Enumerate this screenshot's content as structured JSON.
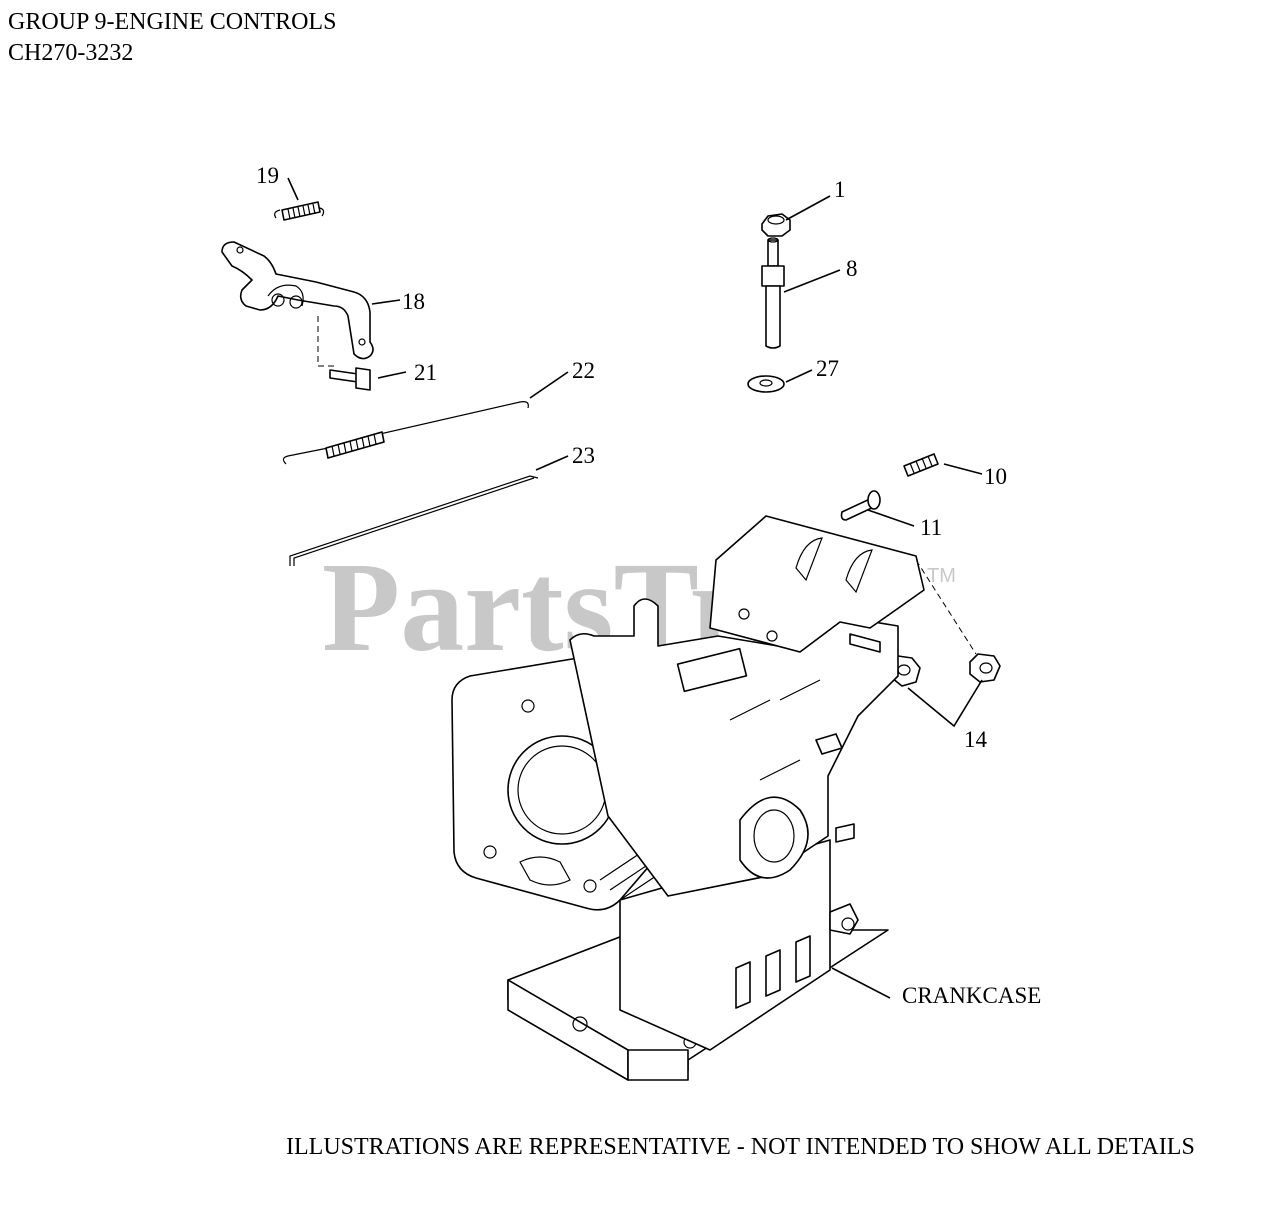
{
  "header": {
    "title": "GROUP 9-ENGINE CONTROLS",
    "model": "CH270-3232"
  },
  "watermark": {
    "text": "PartsTree",
    "trademark": "TM"
  },
  "callouts": {
    "c1": "1",
    "c8": "8",
    "c10": "10",
    "c11": "11",
    "c14": "14",
    "c18": "18",
    "c19": "19",
    "c21": "21",
    "c22": "22",
    "c23": "23",
    "c27": "27",
    "crankcase": "CRANKCASE"
  },
  "footer": {
    "note": "ILLUSTRATIONS ARE REPRESENTATIVE - NOT INTENDED TO SHOW ALL DETAILS"
  }
}
